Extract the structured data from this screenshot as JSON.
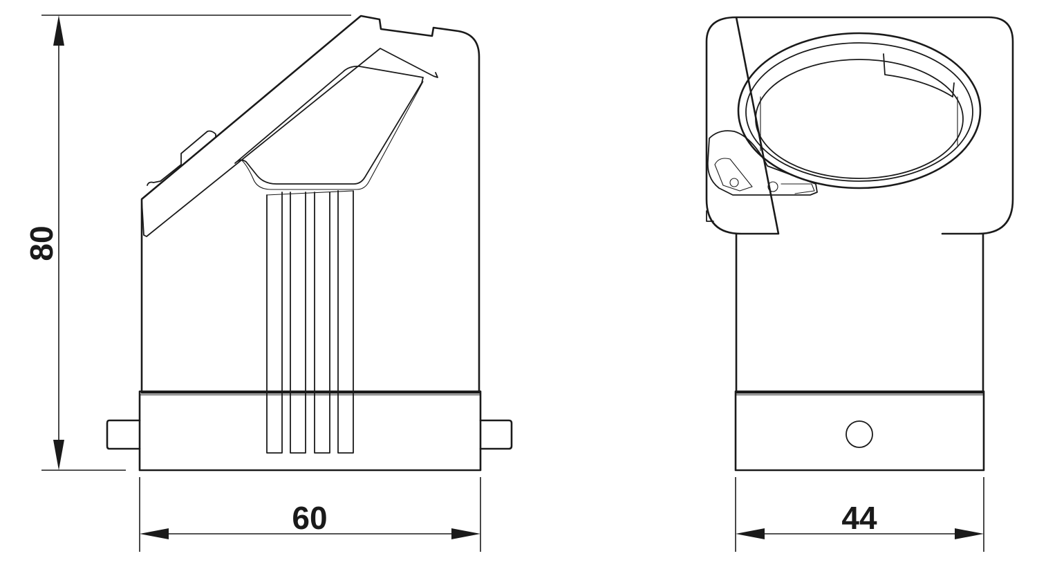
{
  "dimensions": {
    "side_height": "80",
    "side_width": "60",
    "front_width": "44"
  },
  "colors": {
    "line": "#1a1a1a",
    "background": "#ffffff"
  }
}
